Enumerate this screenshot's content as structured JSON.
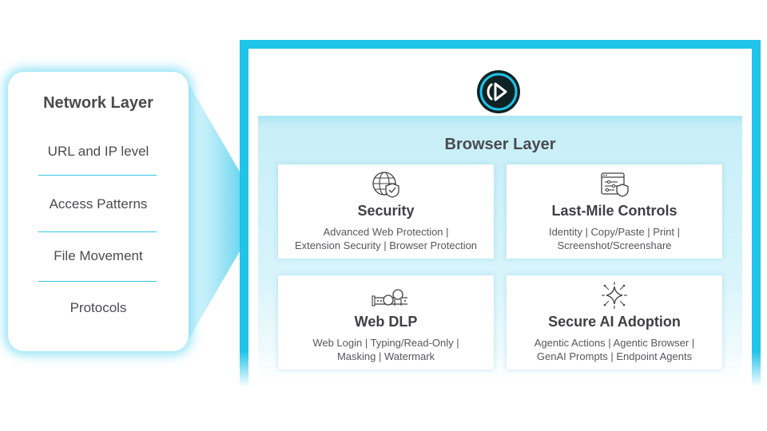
{
  "network_layer": {
    "title": "Network Layer",
    "items": [
      "URL and IP level",
      "Access Patterns",
      "File Movement",
      "Protocols"
    ]
  },
  "browser_layer": {
    "title": "Browser Layer",
    "logo_icon": "play-logo-icon",
    "cards": [
      {
        "title": "Security",
        "icon": "globe-shield-icon",
        "lines": [
          "Advanced Web Protection |",
          "Extension Security | Browser Protection"
        ]
      },
      {
        "title": "Last-Mile Controls",
        "icon": "window-sliders-shield-icon",
        "lines": [
          "Identity | Copy/Paste | Print |",
          "Screenshot/Screenshare"
        ]
      },
      {
        "title": "Web DLP",
        "icon": "pipeline-icon",
        "lines": [
          "Web Login | Typing/Read-Only |",
          "Masking | Watermark"
        ]
      },
      {
        "title": "Secure AI Adoption",
        "icon": "ai-sparkle-network-icon",
        "lines": [
          "Agentic Actions | Agentic Browser |",
          "GenAI Prompts | Endpoint Agents"
        ]
      }
    ]
  },
  "colors": {
    "accent": "#1fc4e8",
    "panel": "#c6eef8",
    "text": "#3f4042"
  }
}
